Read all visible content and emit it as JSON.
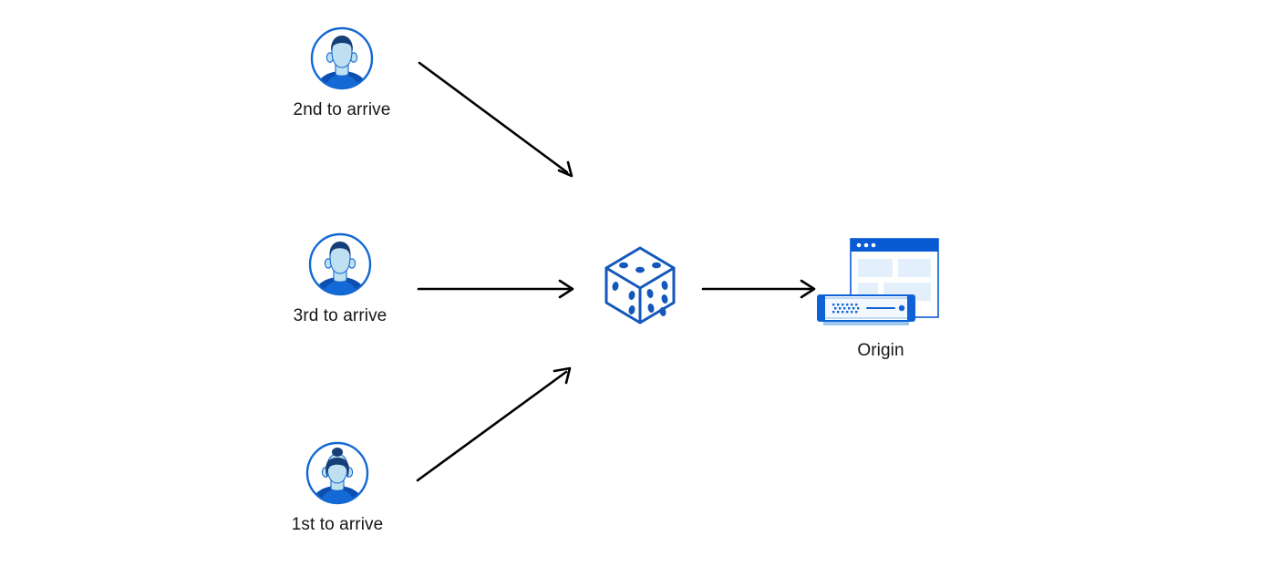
{
  "diagram": {
    "title": "Random load balancing to origin",
    "background_color": "#ffffff",
    "text_color": "#161616",
    "arrow_color": "#000000",
    "palette": {
      "brand_blue": "#0055cc",
      "ring_blue": "#1268d3",
      "dice_blue": "#1358ba",
      "hair_navy": "#143f78",
      "face_light": "#bfe0f0",
      "shirt_blue": "#1569d6",
      "shoulder_blue": "#0b4fb0",
      "browser_bar": "#0a5ad4",
      "panel_light": "#e3f0fb",
      "server_body": "#f2f8fd",
      "server_edge": "#0f62d6"
    }
  },
  "clients": [
    {
      "id": "client-2nd",
      "label": "2nd to arrive",
      "icon": "user-avatar-icon",
      "hair_style": "short",
      "arrow_to": "dice",
      "arrow_direction": "down-right"
    },
    {
      "id": "client-3rd",
      "label": "3rd to arrive",
      "icon": "user-avatar-icon",
      "hair_style": "short",
      "arrow_to": "dice",
      "arrow_direction": "right"
    },
    {
      "id": "client-1st",
      "label": "1st to arrive",
      "icon": "user-avatar-icon",
      "hair_style": "bun",
      "arrow_to": "dice",
      "arrow_direction": "up-right"
    }
  ],
  "randomizer": {
    "id": "dice",
    "icon": "dice-icon",
    "label": "",
    "faces": {
      "top_pips": 3,
      "left_pips": 3,
      "right_pips": 6
    },
    "arrow_to": "origin"
  },
  "origin": {
    "id": "origin",
    "label": "Origin",
    "icon": "origin-server-icon",
    "browser_window": {
      "dots": 3,
      "panels": 4
    },
    "server_device": {
      "indicator_dots": 18,
      "status_led": 1
    }
  },
  "arrows": [
    {
      "name": "arrow-client-2nd-to-dice",
      "from": "client-2nd",
      "to": "dice"
    },
    {
      "name": "arrow-client-3rd-to-dice",
      "from": "client-3rd",
      "to": "dice"
    },
    {
      "name": "arrow-client-1st-to-dice",
      "from": "client-1st",
      "to": "dice"
    },
    {
      "name": "arrow-dice-to-origin",
      "from": "dice",
      "to": "origin"
    }
  ]
}
